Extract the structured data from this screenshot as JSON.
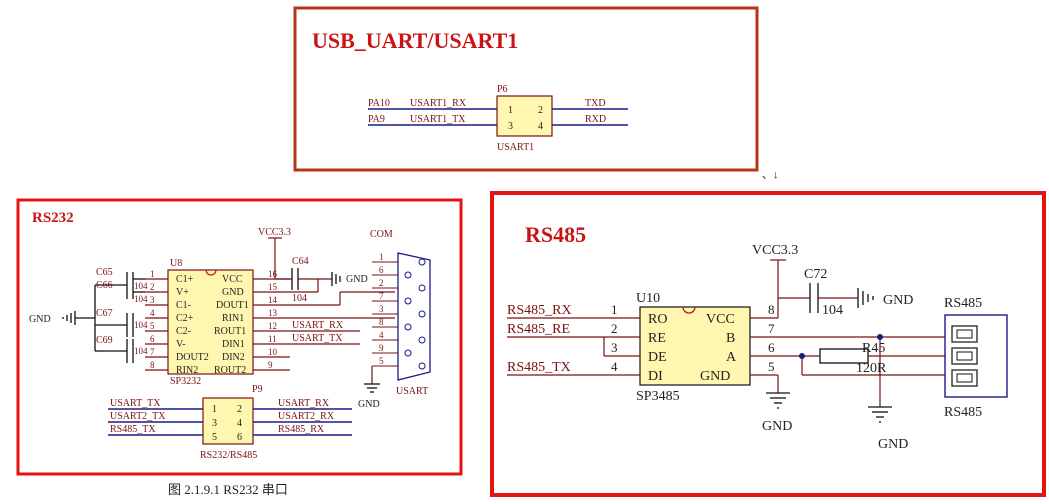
{
  "usb": {
    "title": "USB_UART/USART1",
    "ref": "P6",
    "name": "USART1",
    "pins": [
      "1",
      "2",
      "3",
      "4"
    ],
    "left_nets": [
      "PA10",
      "PA9"
    ],
    "left_labels": [
      "USART1_RX",
      "USART1_TX"
    ],
    "right_labels": [
      "TXD",
      "RXD"
    ],
    "mark": "、↓"
  },
  "rs232": {
    "title": "RS232",
    "ic_ref": "U8",
    "ic_name": "SP3232",
    "left_pin_names": [
      "C1+",
      "V+",
      "C1-",
      "C2+",
      "C2-",
      "V-",
      "DOUT2",
      "RIN2"
    ],
    "left_pin_nums": [
      "1",
      "2",
      "3",
      "4",
      "5",
      "6",
      "7",
      "8"
    ],
    "right_pin_names": [
      "VCC",
      "GND",
      "DOUT1",
      "RIN1",
      "ROUT1",
      "DIN1",
      "DIN2",
      "ROUT2"
    ],
    "right_pin_nums": [
      "16",
      "15",
      "14",
      "13",
      "12",
      "11",
      "10",
      "9"
    ],
    "caps": [
      "C65",
      "C66",
      "C67",
      "C69"
    ],
    "cap_values": [
      "104",
      "104",
      "104",
      "104"
    ],
    "c64": "C64",
    "c64_value": "104",
    "vcc": "VCC3.3",
    "gnd": "GND",
    "com": "COM",
    "usart": "USART",
    "rx_label": "USART_RX",
    "tx_label": "USART_TX",
    "conn_pins": [
      "1",
      "6",
      "2",
      "7",
      "3",
      "8",
      "4",
      "9",
      "5"
    ],
    "p9_ref": "P9",
    "p9_name": "RS232/RS485",
    "p9_pins": [
      "1",
      "2",
      "3",
      "4",
      "5",
      "6"
    ],
    "p9_left": [
      "USART_TX",
      "USART2_TX",
      "RS485_TX"
    ],
    "p9_right": [
      "USART_RX",
      "USART2_RX",
      "RS485_RX"
    ],
    "caption": "图 2.1.9.1 RS232 串口"
  },
  "rs485": {
    "title": "RS485",
    "ic_ref": "U10",
    "ic_name": "SP3485",
    "left_pin_names": [
      "RO",
      "RE",
      "DE",
      "DI"
    ],
    "left_pin_nums": [
      "1",
      "2",
      "3",
      "4"
    ],
    "right_pin_names": [
      "VCC",
      "B",
      "A",
      "GND"
    ],
    "right_pin_nums": [
      "8",
      "7",
      "6",
      "5"
    ],
    "nets": [
      "RS485_RX",
      "RS485_RE",
      "RS485_TX"
    ],
    "vcc": "VCC3.3",
    "cap": "C72",
    "cap_value": "104",
    "gnd": "GND",
    "res": "R45",
    "res_value": "120R",
    "conn": "RS485"
  }
}
